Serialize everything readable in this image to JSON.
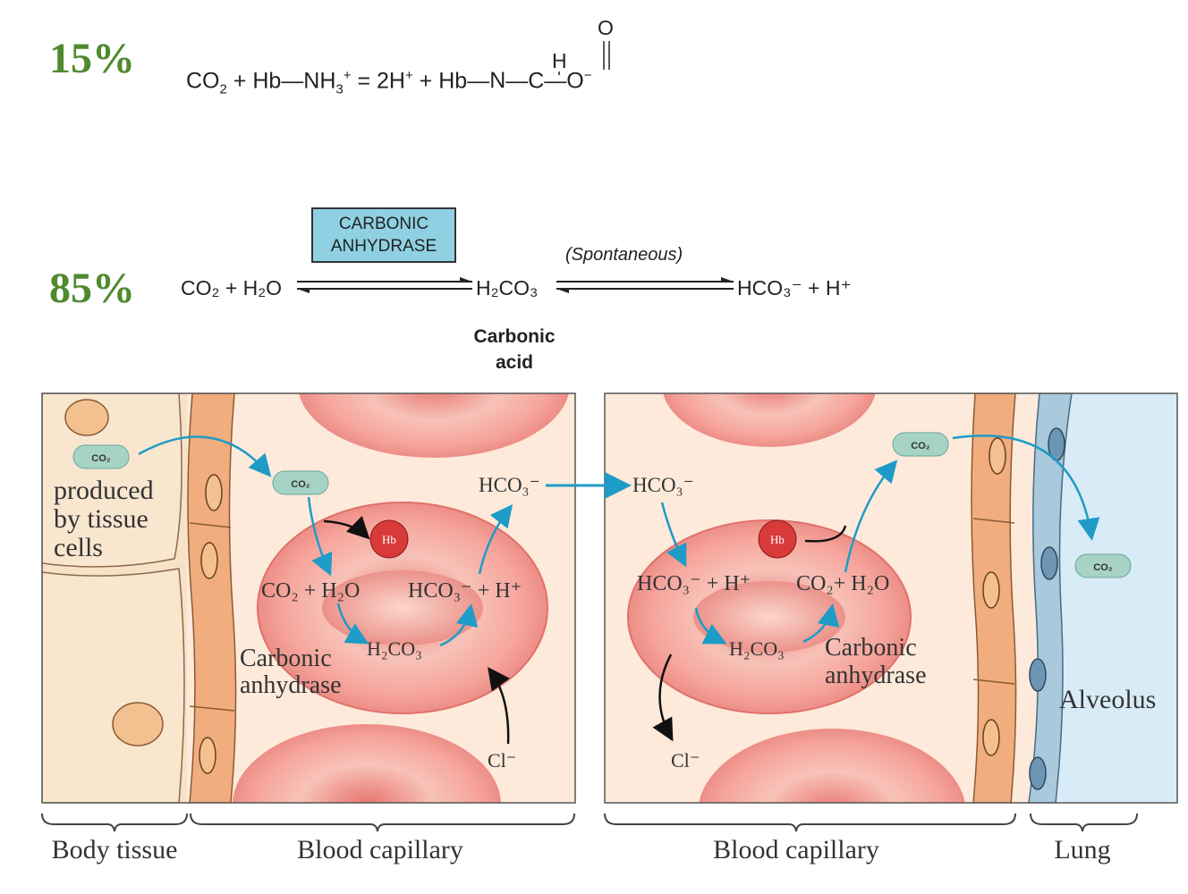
{
  "header": {
    "pct_top": "15%",
    "pct_bottom": "85%"
  },
  "equation1": {
    "left_co2": "CO",
    "left_sub": "2",
    "plus1": " + Hb—NH",
    "nh_sub": "3",
    "nh_sup": "+",
    "equals": " = 2H",
    "h_sup": "+",
    "right": " + Hb—",
    "n_h": "H",
    "n": "N",
    "c_o": "O",
    "c": "—C—O",
    "o_sup": "−"
  },
  "equation2": {
    "enzyme_line1": "CARBONIC",
    "enzyme_line2": "ANHYDRASE",
    "spontaneous": "(Spontaneous)",
    "reactants": "CO₂ + H₂O",
    "intermediate": "H₂CO₃",
    "products": "HCO₃⁻ + H⁺",
    "intermediate_name_1": "Carbonic",
    "intermediate_name_2": "acid"
  },
  "left_panel": {
    "co2_cell": "CO₂",
    "co2_capillary": "CO₂",
    "produced_1": "produced",
    "produced_2": "by tissue",
    "produced_3": "cells",
    "hb": "Hb",
    "reactants": "CO₂ + H₂O",
    "products": "HCO₃⁻ + H⁺",
    "intermediate": "H₂CO₃",
    "enzyme_1": "Carbonic",
    "enzyme_2": "anhydrase",
    "hco3_out": "HCO₃⁻",
    "cl": "Cl⁻"
  },
  "right_panel": {
    "hco3_in": "HCO₃⁻",
    "hb": "Hb",
    "products": "HCO₃⁻ + H⁺",
    "reactants": "CO₂+ H₂O",
    "intermediate": "H₂CO₃",
    "enzyme_1": "Carbonic",
    "enzyme_2": "anhydrase",
    "cl": "Cl⁻",
    "co2_out": "CO₂",
    "co2_alveolus": "CO₂",
    "alveolus": "Alveolus"
  },
  "brackets": {
    "body_tissue": "Body tissue",
    "blood_capillary_left": "Blood capillary",
    "blood_capillary_right": "Blood capillary",
    "lung": "Lung"
  },
  "colors": {
    "green_pct": "#4f8a2e",
    "arrow_blue": "#1f9bc7",
    "tissue_bg": "#f7e2c8",
    "plasma_bg": "#fdeadb",
    "rbc": "#f29a94",
    "hb_red": "#d83a3a",
    "alveolus_bg": "#d8ecf7",
    "enzyme_box": "#8fd0e3"
  }
}
